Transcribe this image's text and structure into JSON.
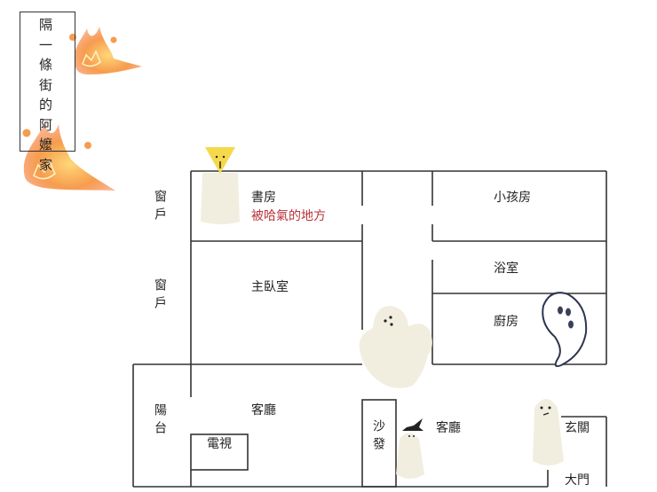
{
  "title": "隔一條街的阿嬤家",
  "rooms": {
    "study": "書房",
    "study_note": "被哈氣的地方",
    "kids_room": "小孩房",
    "master_bedroom": "主臥室",
    "bathroom": "浴室",
    "kitchen": "廚房",
    "balcony": "陽台",
    "living_room_left": "客廳",
    "tv": "電視",
    "sofa": "沙發",
    "living_room_right": "客廳",
    "entryway": "玄關",
    "main_door": "大門",
    "window_1": "窗戶",
    "window_2": "窗戶"
  },
  "colors": {
    "wall": "#333333",
    "note": "#b8323a",
    "fire": "#f6923c",
    "ghost": "#f1eee0",
    "ghost_outline": "#2e3550"
  },
  "icons": [
    "fire-icon",
    "ghost-icon",
    "witch-ghost-icon",
    "scream-ghost-icon",
    "outlined-ghost-icon"
  ]
}
